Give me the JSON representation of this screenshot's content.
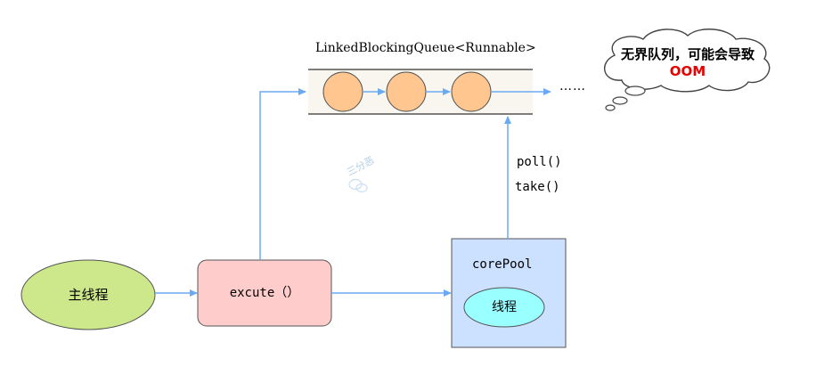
{
  "queue": {
    "title": "LinkedBlockingQueue<Runnable>",
    "continuation": "……"
  },
  "warning": {
    "line1": "无界队列，可能会导致",
    "line2": "OOM"
  },
  "poll_methods": {
    "poll": "poll()",
    "take": "take()"
  },
  "nodes": {
    "main_thread": "主线程",
    "execute": "excute（）",
    "core_pool": "corePool",
    "worker_thread": "线程"
  },
  "watermark": "三分恶",
  "colors": {
    "arrow": "#6aaaf0",
    "main_fill": "#cde88a",
    "execute_fill": "#ffcccc",
    "pool_fill": "#cce0ff",
    "thread_fill": "#99ffff",
    "queue_item_fill": "#ffc690",
    "queue_band_fill": "#f8f6ee",
    "warning_text": "#e60000"
  },
  "icons": [
    "wechat-icon"
  ]
}
